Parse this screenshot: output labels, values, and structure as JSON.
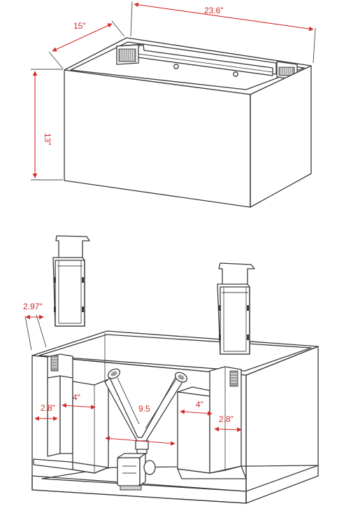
{
  "dimensions": {
    "width": "23.6\"",
    "depth": "15\"",
    "height": "13\"",
    "overflow_gap": "2.97\"",
    "left_chamber": "2.8\"",
    "left_inner": "4\"",
    "center_span": "9.5",
    "right_inner": "4\"",
    "right_chamber": "2.8\""
  },
  "colors": {
    "dimension": "#d42a2a",
    "outline": "#3a3a3a"
  }
}
